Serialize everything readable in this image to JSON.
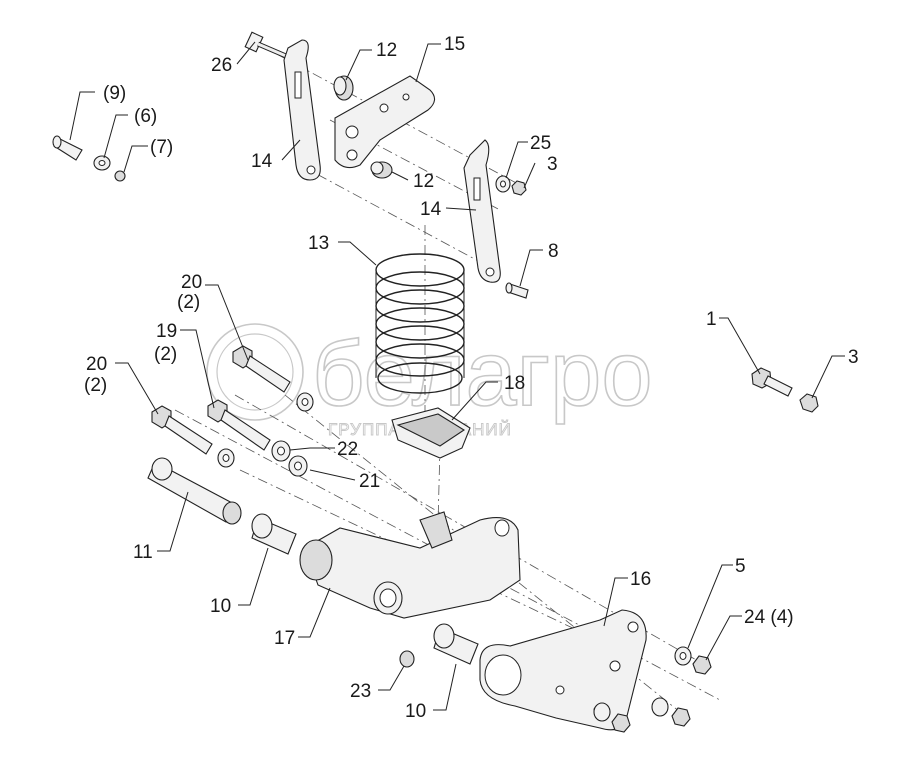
{
  "watermark": {
    "brand": "белагро",
    "tagline": "ГРУППА КОМПАНИЙ"
  },
  "callouts": {
    "c26": "26",
    "c12a": "12",
    "c15": "15",
    "c9": "(9)",
    "c6": "(6)",
    "c7": "(7)",
    "c14a": "14",
    "c25": "25",
    "c3a": "3",
    "c12b": "12",
    "c14b": "14",
    "c13": "13",
    "c8": "8",
    "c20a_num": "20",
    "c20a_qty": "(2)",
    "c19_num": "19",
    "c19_qty": "(2)",
    "c20b_num": "20",
    "c20b_qty": "(2)",
    "c1": "1",
    "c3b": "3",
    "c18": "18",
    "c22": "22",
    "c21": "21",
    "c11": "11",
    "c10a": "10",
    "c16": "16",
    "c5": "5",
    "c24": "24 (4)",
    "c17": "17",
    "c23": "23",
    "c10b": "10"
  }
}
